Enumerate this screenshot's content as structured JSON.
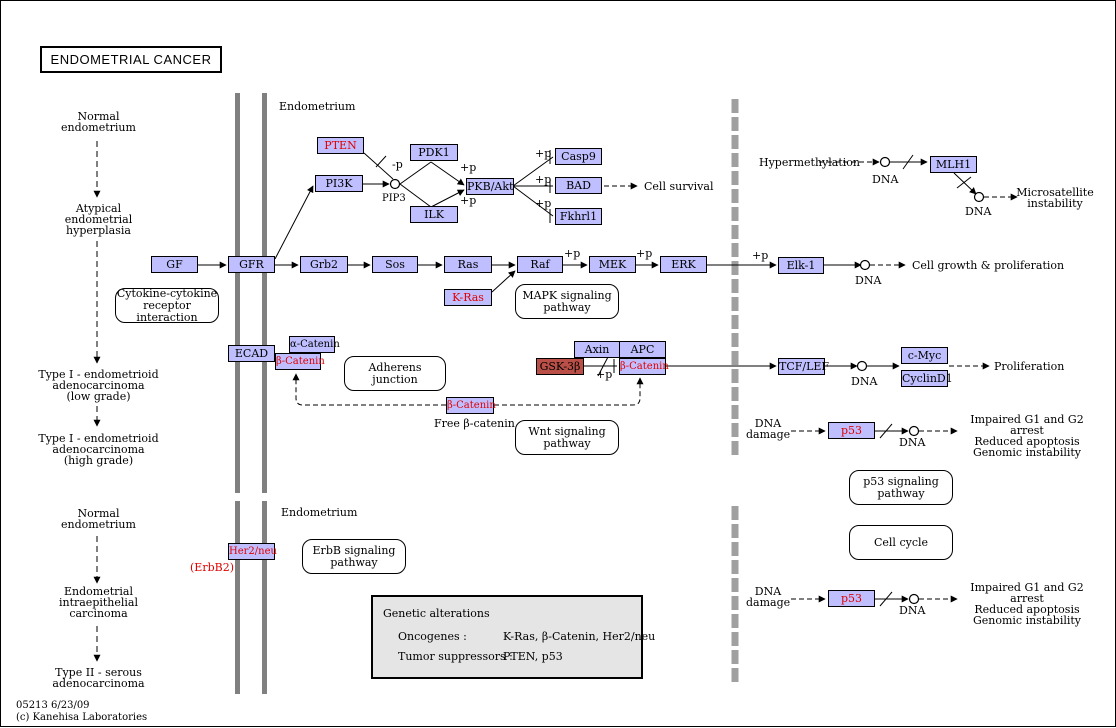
{
  "title": "ENDOMETRIAL CANCER",
  "footer": {
    "id_date": "05213 6/23/09",
    "copyright": "(c) Kanehisa Laboratories"
  },
  "stages_type1": [
    "Normal\nendometrium",
    "Atypical\nendometrial\nhyperplasia",
    "Type I - endometrioid\nadenocarcinoma\n(low grade)",
    "Type I - endometrioid\nadenocarcinoma\n(high grade)"
  ],
  "stages_type2": [
    "Normal\nendometrium",
    "Endometrial\nintraepithelial\ncarcinoma",
    "Type II - serous\nadenocarcinoma"
  ],
  "compartments": {
    "top": "Endometrium",
    "bottom": "Endometrium"
  },
  "genes": {
    "pten": "PTEN",
    "pi3k": "PI3K",
    "pdk1": "PDK1",
    "ilk": "ILK",
    "pkb": "PKB/Akt",
    "casp9": "Casp9",
    "bad": "BAD",
    "fkhrl1": "Fkhrl1",
    "gf": "GF",
    "gfr": "GFR",
    "grb2": "Grb2",
    "sos": "Sos",
    "ras": "Ras",
    "kras": "K-Ras",
    "raf": "Raf",
    "mek": "MEK",
    "erk": "ERK",
    "elk1": "Elk-1",
    "mlh1": "MLH1",
    "ecad": "ECAD",
    "acatenin": "α-Catenin",
    "bcatenin_membrane": "β-Catenin",
    "axin": "Axin",
    "apc": "APC",
    "gsk3b": "GSK-3β",
    "bcatenin_complex": "β-Catenin",
    "bcatenin_free": "β-Catenin",
    "tcflef": "TCF/LEF",
    "cmyc": "c-Myc",
    "cyclind1": "CyclinD1",
    "p53_top": "p53",
    "her2": "Her2/neu",
    "p53_bottom": "p53"
  },
  "erbb2_label": "(ErbB2)",
  "maps": {
    "cytokine": "Cytokine-cytokine\nreceptor interaction",
    "mapk": "MAPK signaling\npathway",
    "adherens": "Adherens\njunction",
    "wnt": "Wnt signaling\npathway",
    "p53": "p53 signaling\npathway",
    "cellcycle": "Cell cycle",
    "erbb": "ErbB signaling\npathway"
  },
  "labels": {
    "pip3": "PIP3",
    "p": "-p",
    "plus_p": "+p",
    "cell_survival": "Cell survival",
    "hypermethylation": "Hypermethylation",
    "dna": "DNA",
    "microsatellite": "Microsatellite\ninstability",
    "cell_growth": "Cell growth & proliferation",
    "free_bcatenin": "Free β-catenin",
    "proliferation": "Proliferation",
    "dna_damage": "DNA\ndamage",
    "impaired": "Impaired G1 and G2 arrest\nReduced apoptosis\nGenomic instability"
  },
  "legend": {
    "heading": "Genetic alterations",
    "onc_label": "Oncogenes :",
    "onc_value": "K-Ras, β-Catenin, Her2/neu",
    "ts_label": "Tumor suppressors :",
    "ts_value": "PTEN, p53"
  }
}
